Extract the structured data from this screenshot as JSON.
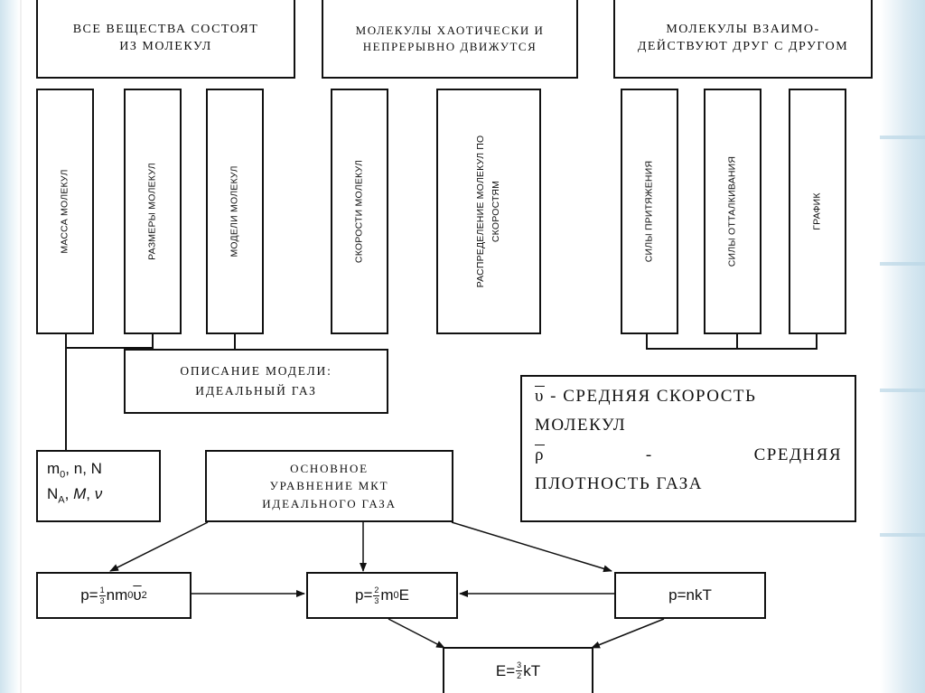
{
  "top": {
    "substances": "ВСЕ ВЕЩЕСТВА СОСТОЯТ ИЗ МОЛЕКУЛ",
    "motion": "МОЛЕКУЛЫ ХАОТИЧЕСКИ И НЕПРЕРЫВНО ДВИЖУТСЯ",
    "interaction": "МОЛЕКУЛЫ ВЗАИМО-ДЕЙСТВУЮТ ДРУГ С ДРУГОМ"
  },
  "columns": {
    "mass": "МАССА МОЛЕКУЛ",
    "size": "РАЗМЕРЫ МОЛЕКУЛ",
    "models": "МОДЕЛИ МОЛЕКУЛ",
    "speeds": "СКОРОСТИ МОЛЕКУЛ",
    "distribution_1": "РАСПРЕДЕЛЕНИЕ МОЛЕКУЛ ПО",
    "distribution_2": "СКОРОСТЯМ",
    "attraction": "СИЛЫ ПРИТЯЖЕНИЯ",
    "repulsion": "СИЛЫ ОТТАЛКИВАНИЯ",
    "graph": "ГРАФИК"
  },
  "model_description": {
    "line1": "ОПИСАНИЕ МОДЕЛИ:",
    "line2": "ИДЕАЛЬНЫЙ ГАЗ"
  },
  "symbols": {
    "m0": "0",
    "line1_rest": ", n, N",
    "NA_sub": "A",
    "M": "M",
    "nu": "ν"
  },
  "basic_equation": {
    "line1": "ОСНОВНОЕ",
    "line2": "УРАВНЕНИЕ МКТ",
    "line3": "ИДЕАЛЬНОГО ГАЗА"
  },
  "legend": {
    "v_symbol": "υ",
    "v_text": " - СРЕДНЯЯ СКОРОСТЬ",
    "v_text2": "МОЛЕКУЛ",
    "rho_symbol": "ρ",
    "rho_dash": "-",
    "rho_text": "СРЕДНЯЯ",
    "rho_text2": "ПЛОТНОСТЬ ГАЗА"
  },
  "equations": {
    "eq1_prefix": "p=",
    "eq1_num": "1",
    "eq1_den": "3",
    "eq1_body": "nm",
    "eq1_sub": "0",
    "eq1_v": "υ",
    "eq1_sup": "2",
    "eq2_prefix": "p=",
    "eq2_num": "2",
    "eq2_den": "3",
    "eq2_body": "m",
    "eq2_sub": "0",
    "eq2_tail": "E",
    "eq3": "p=nkT",
    "eq4_prefix": "E=",
    "eq4_num": "3",
    "eq4_den": "2",
    "eq4_tail": "kT"
  }
}
